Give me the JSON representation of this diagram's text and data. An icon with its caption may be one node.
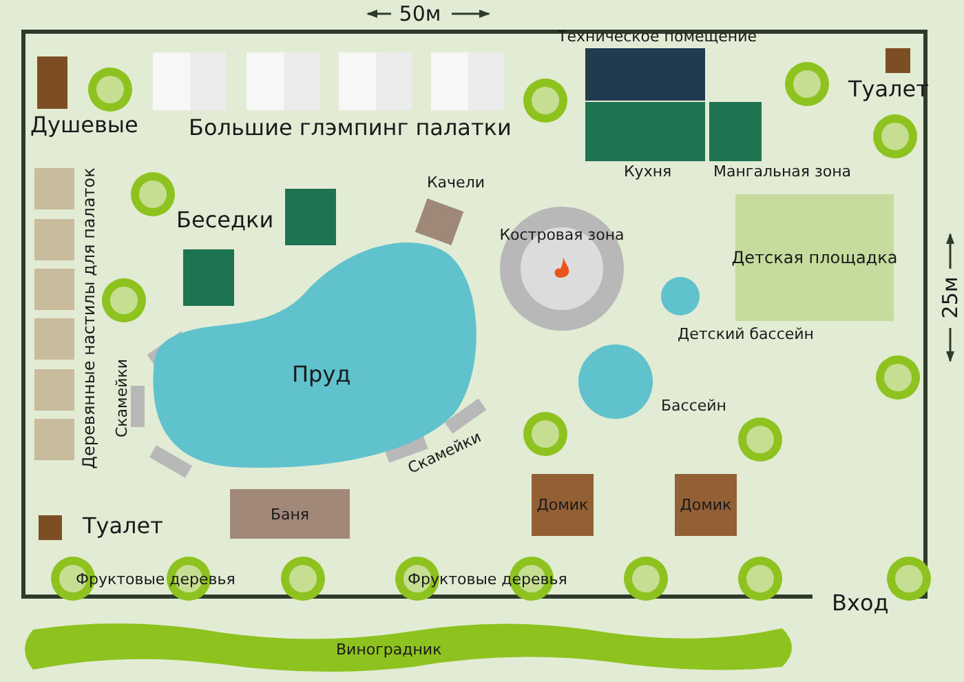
{
  "diagram": {
    "nodes": [
      {
        "text": [
          "Душевые"
        ]
      },
      {
        "text": [
          "Техническое помещение"
        ]
      },
      {
        "text": [
          "Кухня"
        ]
      },
      {
        "text": [
          "Мангальная зона"
        ]
      },
      {
        "text": [
          "Туалет"
        ]
      },
      {
        "text": [
          "Качели"
        ]
      },
      {
        "text": [
          "Костровая зона"
        ]
      },
      {
        "text": [
          "Детская площадка"
        ]
      },
      {
        "text": [
          "Детский бассейн"
        ]
      },
      {
        "text": [
          "Пруд"
        ]
      },
      {
        "text": [
          "Бассейн"
        ]
      },
      {
        "text": [
          "Баня"
        ]
      },
      {
        "text": [
          "Домик"
        ]
      },
      {
        "text": [
          "Домик"
        ]
      },
      {
        "text": [
          "Туалет"
        ]
      },
      {
        "text": [
          "Виноградник"
        ]
      }
    ],
    "labels": [
      "50м",
      "Большие глэмпинг палатки",
      "Беседки",
      "25м",
      "Деревянные настилы для палаток",
      "Скамейки",
      "Скамейки",
      "Фруктовые деревья",
      "Фруктовые деревья",
      "Вход"
    ]
  }
}
